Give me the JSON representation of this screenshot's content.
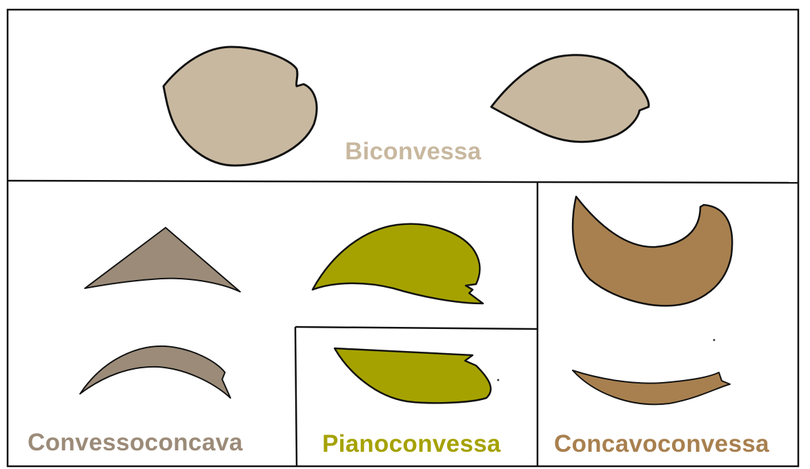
{
  "labels": {
    "biconvessa": "Biconvessa",
    "convessoconcava": "Convessoconcava",
    "pianoconvessa": "Pianoconvessa",
    "concavoconvessa": "Concavoconvessa"
  },
  "colors": {
    "biconvessa": "#c8b89f",
    "convessoconcava": "#9b8b78",
    "pianoconvessa": "#a5a200",
    "concavoconvessa": "#a8804f",
    "outline": "#111111"
  }
}
